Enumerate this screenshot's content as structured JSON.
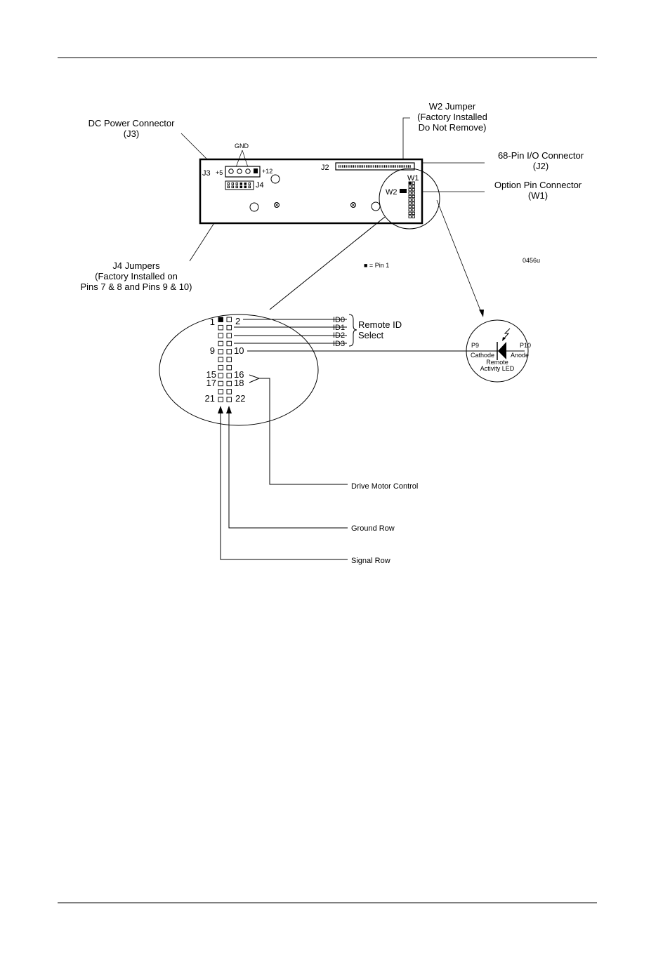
{
  "labels": {
    "dc_power_connector": {
      "line1": "DC Power Connector",
      "line2": "(J3)"
    },
    "w2_jumper": {
      "line1": "W2 Jumper",
      "line2": "(Factory Installed",
      "line3": "Do Not Remove)"
    },
    "io_connector": {
      "line1": "68-Pin I/O Connector",
      "line2": "(J2)"
    },
    "option_pin_connector": {
      "line1": "Option Pin Connector",
      "line2": "(W1)"
    },
    "j4_jumpers": {
      "line1": "J4 Jumpers",
      "line2": "(Factory Installed on",
      "line3": "Pins 7 & 8 and Pins 9 & 10)"
    },
    "pin1_legend": "■ = Pin 1",
    "figure_code": "0456u",
    "remote_id": {
      "line1": "Remote ID",
      "line2": "Select"
    },
    "drive_motor_control": "Drive Motor Control",
    "ground_row": "Ground Row",
    "signal_row": "Signal Row"
  },
  "board": {
    "gnd": "GND",
    "j3": "J3",
    "plus5": "+5",
    "plus12": "+12",
    "j4": "J4",
    "j2": "J2",
    "w1": "W1",
    "w2": "W2"
  },
  "pins": {
    "p1": "1",
    "p2": "2",
    "p9": "9",
    "p10": "10",
    "p15": "15",
    "p16": "16",
    "p17": "17",
    "p18": "18",
    "p21": "21",
    "p22": "22"
  },
  "id_lines": [
    "ID0",
    "ID1",
    "ID2",
    "ID3"
  ],
  "led": {
    "p9": "P9",
    "p10": "P10",
    "cathode": "Cathode",
    "anode": "Anode",
    "remote": "Remote",
    "activity": "Activity LED"
  }
}
